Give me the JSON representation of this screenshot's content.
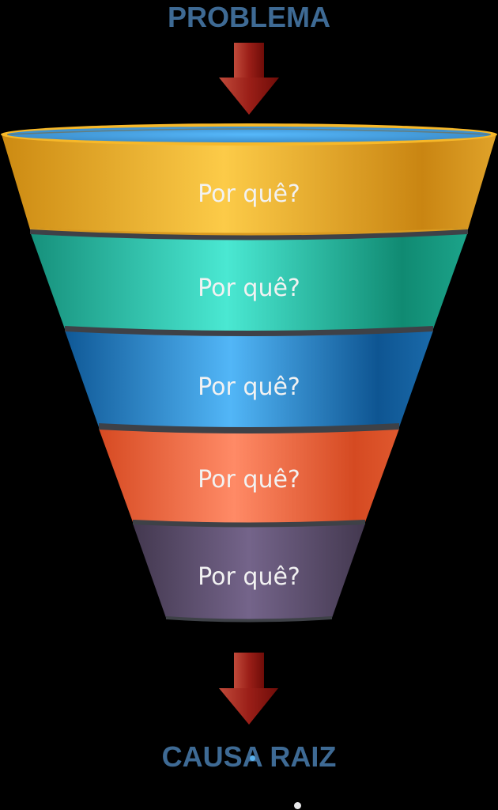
{
  "header": {
    "title": "PROBLEMA"
  },
  "footer": {
    "title": "CAUSA RAIZ"
  },
  "funnel": {
    "levels": [
      {
        "label": "Por quê?",
        "color": "#f0b232"
      },
      {
        "label": "Por quê?",
        "color": "#2fc3a6"
      },
      {
        "label": "Por quê?",
        "color": "#2f8fd6"
      },
      {
        "label": "Por quê?",
        "color": "#ee6b48"
      },
      {
        "label": "Por quê?",
        "color": "#5e4f6f"
      }
    ],
    "rim_color": "#4fb2f5",
    "separator_color": "#3e4147"
  },
  "arrows": {
    "color": "#a52a20",
    "icon": "arrow-down-icon"
  }
}
